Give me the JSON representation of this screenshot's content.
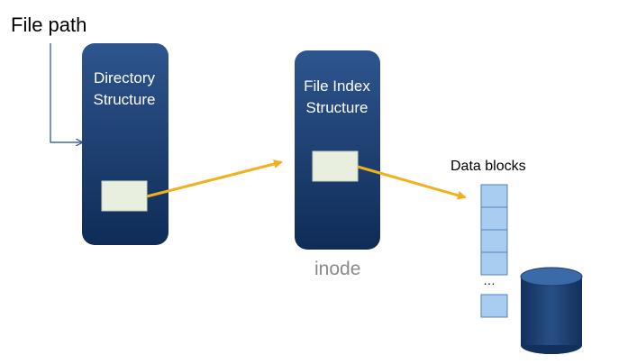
{
  "labels": {
    "file_path": "File path",
    "directory_structure": "Directory\nStructure",
    "file_index_structure": "File Index\nStructure",
    "inode": "inode",
    "data_blocks": "Data blocks",
    "ellipsis": "…"
  },
  "colors": {
    "box_navy": "#0f2c57",
    "box_highlight": "#2e558e",
    "slot_fill": "#e9efdf",
    "arrow_orange": "#f2b01e",
    "block_fill": "#a8cdf0",
    "block_border": "#4f81bd",
    "arrow_blue": "#1f4e8c"
  },
  "icons": [
    "disk-cylinder-icon",
    "arrow-icon"
  ]
}
